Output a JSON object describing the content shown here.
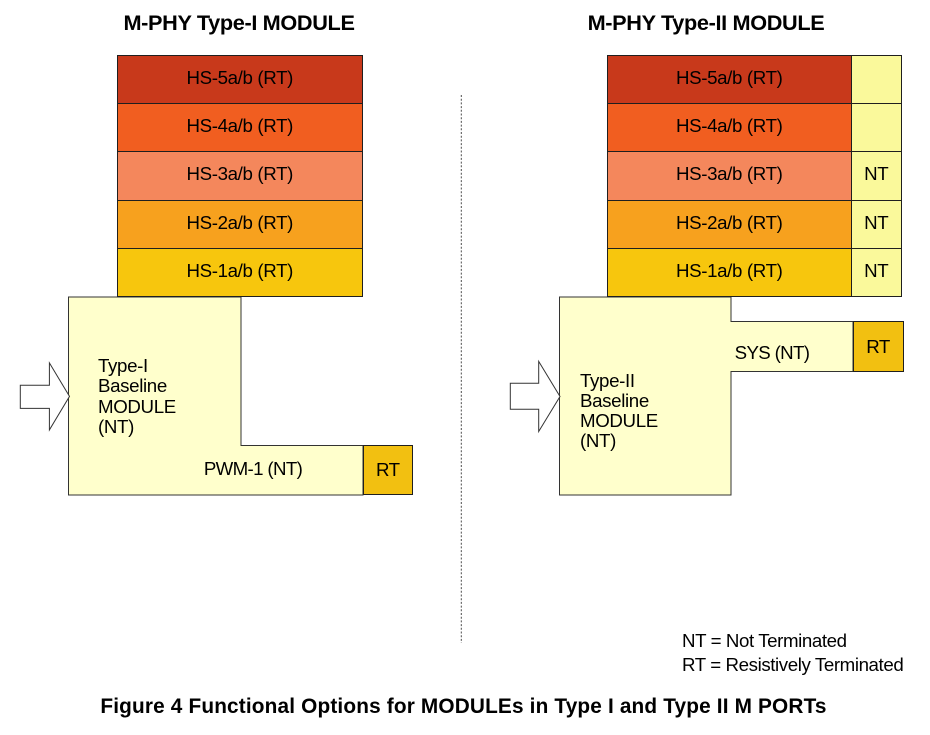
{
  "figure": {
    "caption": "Figure 4 Functional Options for MODULEs in Type I and Type II M PORTs"
  },
  "palette": {
    "hs5_dark_red": "#C8391B",
    "hs4_orange_red": "#F15E20",
    "hs3_salmon": "#F4875C",
    "hs2_orange": "#F7A11E",
    "hs1_gold": "#F7C60D",
    "rt_gold": "#F2C011",
    "module_cream": "#FFFFCC",
    "nt_light_yellow": "#FAF99B",
    "border_dark": "#1F1F1F",
    "shape_outline": "#333333",
    "divider_gray": "#4D4D4D",
    "arrow_white": "#FFFFFF"
  },
  "left": {
    "title": "M-PHY Type-I MODULE",
    "bars": [
      {
        "label": "HS-5a/b (RT)",
        "color": "#C8391B"
      },
      {
        "label": "HS-4a/b (RT)",
        "color": "#F15E20"
      },
      {
        "label": "HS-3a/b (RT)",
        "color": "#F4875C"
      },
      {
        "label": "HS-2a/b (RT)",
        "color": "#F7A11E"
      },
      {
        "label": "HS-1a/b (RT)",
        "color": "#F7C60D"
      }
    ],
    "module_lines": [
      "Type-I",
      "Baseline",
      "MODULE",
      "(NT)"
    ],
    "pwm_label": "PWM-1 (NT)",
    "rt_label": "RT"
  },
  "right": {
    "title": "M-PHY Type-II MODULE",
    "bars": [
      {
        "label": "HS-5a/b (RT)",
        "color": "#C8391B",
        "tag": ""
      },
      {
        "label": "HS-4a/b (RT)",
        "color": "#F15E20",
        "tag": ""
      },
      {
        "label": "HS-3a/b (RT)",
        "color": "#F4875C",
        "tag": "NT"
      },
      {
        "label": "HS-2a/b (RT)",
        "color": "#F7A11E",
        "tag": "NT"
      },
      {
        "label": "HS-1a/b (RT)",
        "color": "#F7C60D",
        "tag": "NT"
      }
    ],
    "module_lines": [
      "Type-II",
      "Baseline",
      "MODULE",
      "(NT)"
    ],
    "sys_label": "SYS (NT)",
    "rt_label": "RT"
  },
  "legend": {
    "line1": "NT = Not Terminated",
    "line2": "RT = Resistively Terminated"
  }
}
